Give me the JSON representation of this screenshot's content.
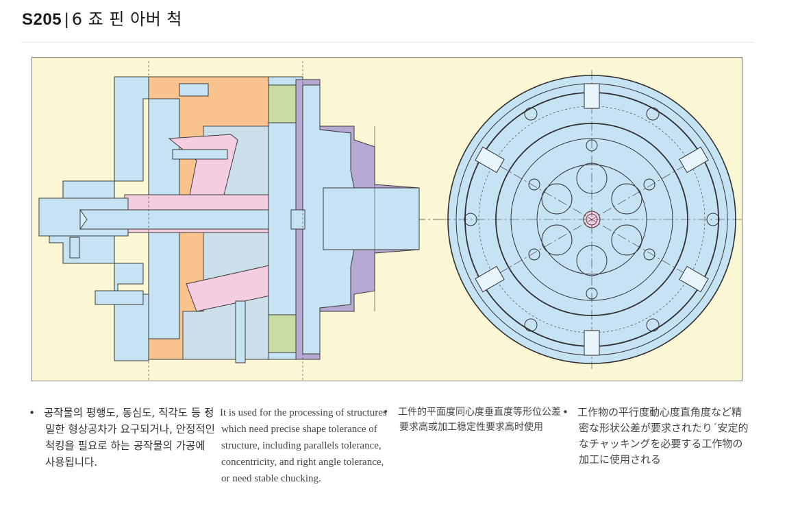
{
  "header": {
    "code": "S205",
    "separator": "|",
    "name": "6 죠 핀 아버 척"
  },
  "figure": {
    "fill_colors": {
      "background": "#fbf6d3",
      "blue": "#c6e3f3",
      "orange": "#f8c38d",
      "pink": "#f5cde0",
      "purple": "#b5a9d3",
      "green": "#c9dca1",
      "line": "#3a3a3a"
    }
  },
  "descriptions": {
    "korean": "공작물의 평행도, 동심도, 직각도 등 정밀한 형상공차가 요구되거나, 안정적인 척킹을 필요로 하는 공작물의 가공에 사용됩니다.",
    "english": "It is used for the processing of structures which need precise shape tolerance of structure, including parallels tolerance, concentricity, and right angle tolerance, or need stable chucking.",
    "chinese": "工件的平面度同心度垂直度等形位公差要求高或加工稳定性要求高时使用",
    "japanese": "工作物の平行度動心度直角度など精密な形状公差が要求されたり´安定的なチャッキングを必要する工作物の加工に使用される"
  }
}
